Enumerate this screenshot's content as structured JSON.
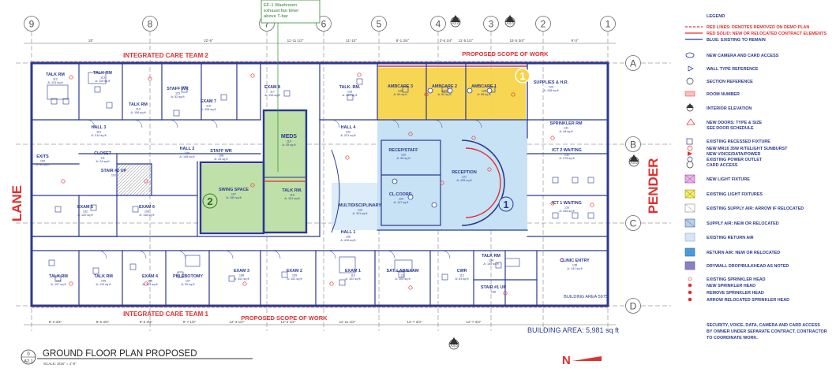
{
  "grid": {
    "columns": [
      "9",
      "8",
      "7",
      "6",
      "5",
      "4",
      "3",
      "2",
      "1"
    ],
    "rows": [
      "A",
      "B",
      "C",
      "D"
    ]
  },
  "streets": {
    "left": "LANE",
    "right": "PENDER"
  },
  "top_dims": [
    "20'",
    "22'-6\"",
    "11'-11 1/2\"",
    "11'-10\"",
    "8'-1 3/4\"",
    "2'-6 1/4\"",
    "11'-5 1/2\"",
    "15'-5 3/4\"",
    "9'-3\""
  ],
  "bottom_dims": [
    "9'-3 3/4\"",
    "9'-5 3/4\"",
    "9'-5 3/4\"",
    "9'-7 1/2\"",
    "12'-3 1/2\"",
    "12'-4 1/2\"",
    "11'-11 1/2\"",
    "12'-7 3/4\"",
    "12'-7 3/4\""
  ],
  "team_labels": {
    "top": "INTEGRATED CARE TEAM 2",
    "bottom": "INTEGRATED CARE TEAM 1",
    "scope_top": "PROPOSED SCOPE OF WORK",
    "scope_bottom": "PROPOSED SCOPE OF WORK"
  },
  "callout": "EF-1 Washroom exhaust fan timer above T-bar",
  "rooms": [
    {
      "name": "TALK RM",
      "num": "112",
      "area": "A: 131 sq ft"
    },
    {
      "name": "TALK RM",
      "num": "113",
      "area": "A: 119 sq ft"
    },
    {
      "name": "TALK RM",
      "num": "114",
      "area": "A: 106 sq ft"
    },
    {
      "name": "STAFF WR",
      "num": "115",
      "area": "A: 52 sq ft"
    },
    {
      "name": "EXAM 7",
      "num": "116",
      "area": "A: 105 sq ft"
    },
    {
      "name": "EXAM 8",
      "num": "117",
      "area": "A: 133 sq ft"
    },
    {
      "name": "TALK. RM.",
      "num": "125",
      "area": "A: 113 sq ft"
    },
    {
      "name": "AMBCARE 3",
      "num": "126",
      "area": "A: 60 sq ft"
    },
    {
      "name": "AMBCARE 2",
      "num": "127",
      "area": "A: 60 sq ft"
    },
    {
      "name": "AMBCARE 1",
      "num": "128",
      "area": "A: 58 sq ft"
    },
    {
      "name": "SUPPLIES & H.R.",
      "num": "129",
      "area": "A: 148 sq ft"
    },
    {
      "name": "HALL 3",
      "num": "110",
      "area": "A: 214 sq ft"
    },
    {
      "name": "CLOSET",
      "num": "111",
      "area": "A: 24 sq ft"
    },
    {
      "name": "HALL 2",
      "num": "109",
      "area": "A: 146 sq ft"
    },
    {
      "name": "STAFF WR",
      "num": "108",
      "area": "A: 43 sq ft"
    },
    {
      "name": "MEDS",
      "num": "119",
      "area": "A: 35 sq ft"
    },
    {
      "name": "HALL 4",
      "num": "122",
      "area": "A: 221 sq ft"
    },
    {
      "name": "RECEP/STAFF",
      "num": "120",
      "area": "A: 95 sq ft"
    },
    {
      "name": "RECEPTION",
      "num": "121",
      "area": "A: 195 sq ft"
    },
    {
      "name": "SPRINKLER RM",
      "num": "131",
      "area": "A: 44 sq ft"
    },
    {
      "name": "ICT 2 WAITING",
      "num": "132",
      "area": "A: 276 sq ft"
    },
    {
      "name": "EXITS",
      "num": "100",
      "area": "A: 60 sq ft"
    },
    {
      "name": "STAIR #2 UP",
      "num": "101",
      "area": ""
    },
    {
      "name": "SWING SPACE",
      "num": "107",
      "area": "A: 150 sq ft"
    },
    {
      "name": "TALK RM.",
      "num": "118",
      "area": "A: 101 sq ft"
    },
    {
      "name": "CL.COORD.",
      "num": "124",
      "area": "A: 117 sq ft"
    },
    {
      "name": "MULTIDISCIPLINARY",
      "num": "123",
      "area": "A: 311 sq ft"
    },
    {
      "name": "ICT 1 WAITING",
      "num": "133",
      "area": "A: 345 sq ft"
    },
    {
      "name": "EXAM 5",
      "num": "102",
      "area": "A: 120 sq ft"
    },
    {
      "name": "EXAM 6",
      "num": "103",
      "area": "A: 118 sq ft"
    },
    {
      "name": "HALL 1",
      "num": "106",
      "area": "A: 415 sq ft"
    },
    {
      "name": "TALK RM",
      "num": "134",
      "area": "A: 149 sq ft"
    },
    {
      "name": "CLINIC ENTRY",
      "num": "135",
      "area": "A: 141 sq ft"
    },
    {
      "name": "TALK RM",
      "num": "104",
      "area": "A: 107 sq ft"
    },
    {
      "name": "TALK RM",
      "num": "105",
      "area": "A: 110 sq ft"
    },
    {
      "name": "EXAM 4",
      "num": "106",
      "area": "A: 101 sq ft"
    },
    {
      "name": "PHLEBOTOMY",
      "num": "107",
      "area": "A: 90 sq ft"
    },
    {
      "name": "EXAM 3",
      "num": "108",
      "area": "A: 102 sq ft"
    },
    {
      "name": "EXAM 2",
      "num": "109",
      "area": "A: 102 sq ft"
    },
    {
      "name": "EXAM 1",
      "num": "110",
      "area": "A: 102 sq ft"
    },
    {
      "name": "SAT. LAB/EXAM",
      "num": "111",
      "area": "A: 100 sq ft"
    },
    {
      "name": "CWR",
      "num": "112",
      "area": "A: 63 sq ft"
    },
    {
      "name": "STAIR #1 UP",
      "num": "136",
      "area": ""
    }
  ],
  "zones": [
    "1",
    "2",
    "1"
  ],
  "building_area_tag": "BUILDING AREA 5975",
  "building_area": "BUILDING AREA: 5,981 sq ft",
  "north": "N",
  "title_block": {
    "title": "GROUND FLOOR PLAN PROPOSED",
    "sheet": "A2.1",
    "num": "0",
    "scale": "SCALE: 3/16\" = 1'-0\""
  },
  "legend": {
    "title": "LEGEND",
    "lines": [
      "RED LINES: DENOTES REMOVED ON DEMO PLAN",
      "RED SOLID: NEW OR RELOCATED CONTRACT ELEMENTS",
      "BLUE: EXISTING TO REMAIN"
    ],
    "items": [
      "NEW CAMERA AND CARD ACCESS",
      "WALL TYPE REFERENCE",
      "SECTION REFERENCE",
      "ROOM NUMBER",
      "INTERIOR ELEVATION",
      "NEW DOORS: TYPE & SIZE",
      "SEE DOOR SCHEDULE",
      "EXISTING RECESSED FIXTURE",
      "NEW MR16 35W R/TELIGHT SUNBURST",
      "NEW VOICE/DATA/POWER",
      "EXISTING POWER OUTLET",
      "CARD ACCESS",
      "NEW LIGHT FIXTURE",
      "EXISTING LIGHT FIXTURES",
      "EXISTING SUPPLY AIR: ARROW IF RELOCATED",
      "SUPPLY AIR: NEW OR RELOCATED",
      "EXISTING RETURN AIR",
      "RETURN AIR: NEW OR RELOCATED",
      "DRYWALL DROP/BULKHEAD AS NOTED",
      "EXISTING SPRINKLER HEAD",
      "NEW SPRINKLER HEAD",
      "REMOVE SPRINKLER HEAD",
      "ARROW RELOCATED SPRINKLER HEAD"
    ],
    "note": "SECURITY, VOICE, DATA, CAMERA AND CARD ACCESS BY OWNER UNDER SEPARATE CONTRACT. CONTRACTOR TO COORDINATE WORK."
  },
  "section_markers": [
    {
      "num": "1",
      "sheet": "A3.0"
    },
    {
      "num": "2",
      "sheet": "A3.0"
    },
    {
      "num": "3",
      "sheet": "A3.0"
    },
    {
      "num": "4",
      "sheet": "A3.0"
    }
  ],
  "colors": {
    "wall": "#2b3a8f",
    "red": "#e03030",
    "green_zone": "#bfe0a8",
    "blue_zone": "#c7e2f5",
    "yellow_zone": "#f7d44a",
    "grid": "#6a6a6a",
    "legend_text": "#2b3a8f"
  }
}
